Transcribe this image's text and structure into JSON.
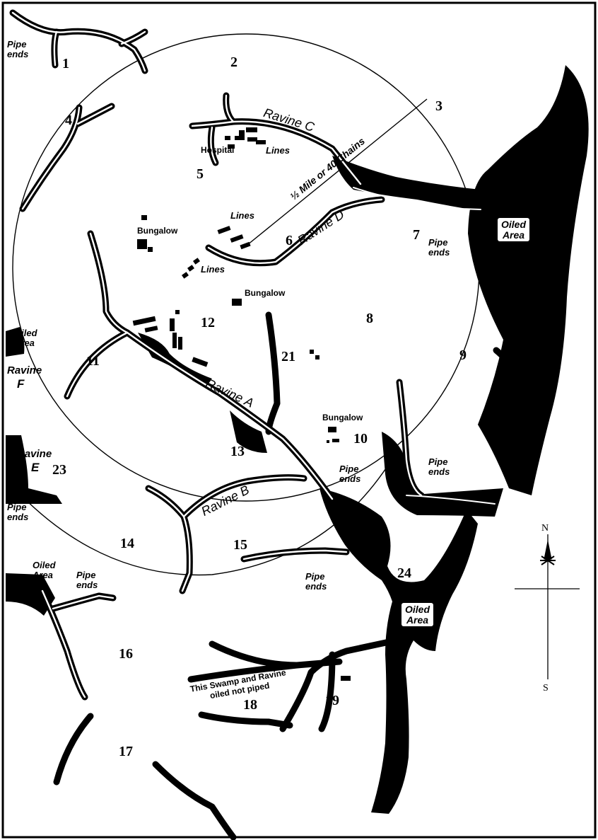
{
  "plot_numbers": [
    "1",
    "2",
    "3",
    "4",
    "5",
    "6",
    "7",
    "8",
    "9",
    "10",
    "11",
    "12",
    "13",
    "14",
    "15",
    "16",
    "17",
    "18",
    "19",
    "21",
    "23",
    "24"
  ],
  "ravines": {
    "a": "Ravine A",
    "b": "Ravine B",
    "c": "Ravine C",
    "d": "Ravine D",
    "e_word": "Ravine",
    "e_letter": "E",
    "f_word": "Ravine",
    "f_letter": "F"
  },
  "labels": {
    "hospital": "Hospital",
    "lines": "Lines",
    "bungalow": "Bungalow",
    "oiled": "Oiled",
    "area": "Area",
    "pipe": "Pipe",
    "ends": "ends",
    "radius": "½ Mile or 40 Chains",
    "swamp_note_1": "This Swamp and Ravine",
    "swamp_note_2": "oiled not piped"
  },
  "compass": {
    "north": "N",
    "south": "S"
  },
  "colors": {
    "ink": "#000000",
    "paper": "#ffffff"
  }
}
